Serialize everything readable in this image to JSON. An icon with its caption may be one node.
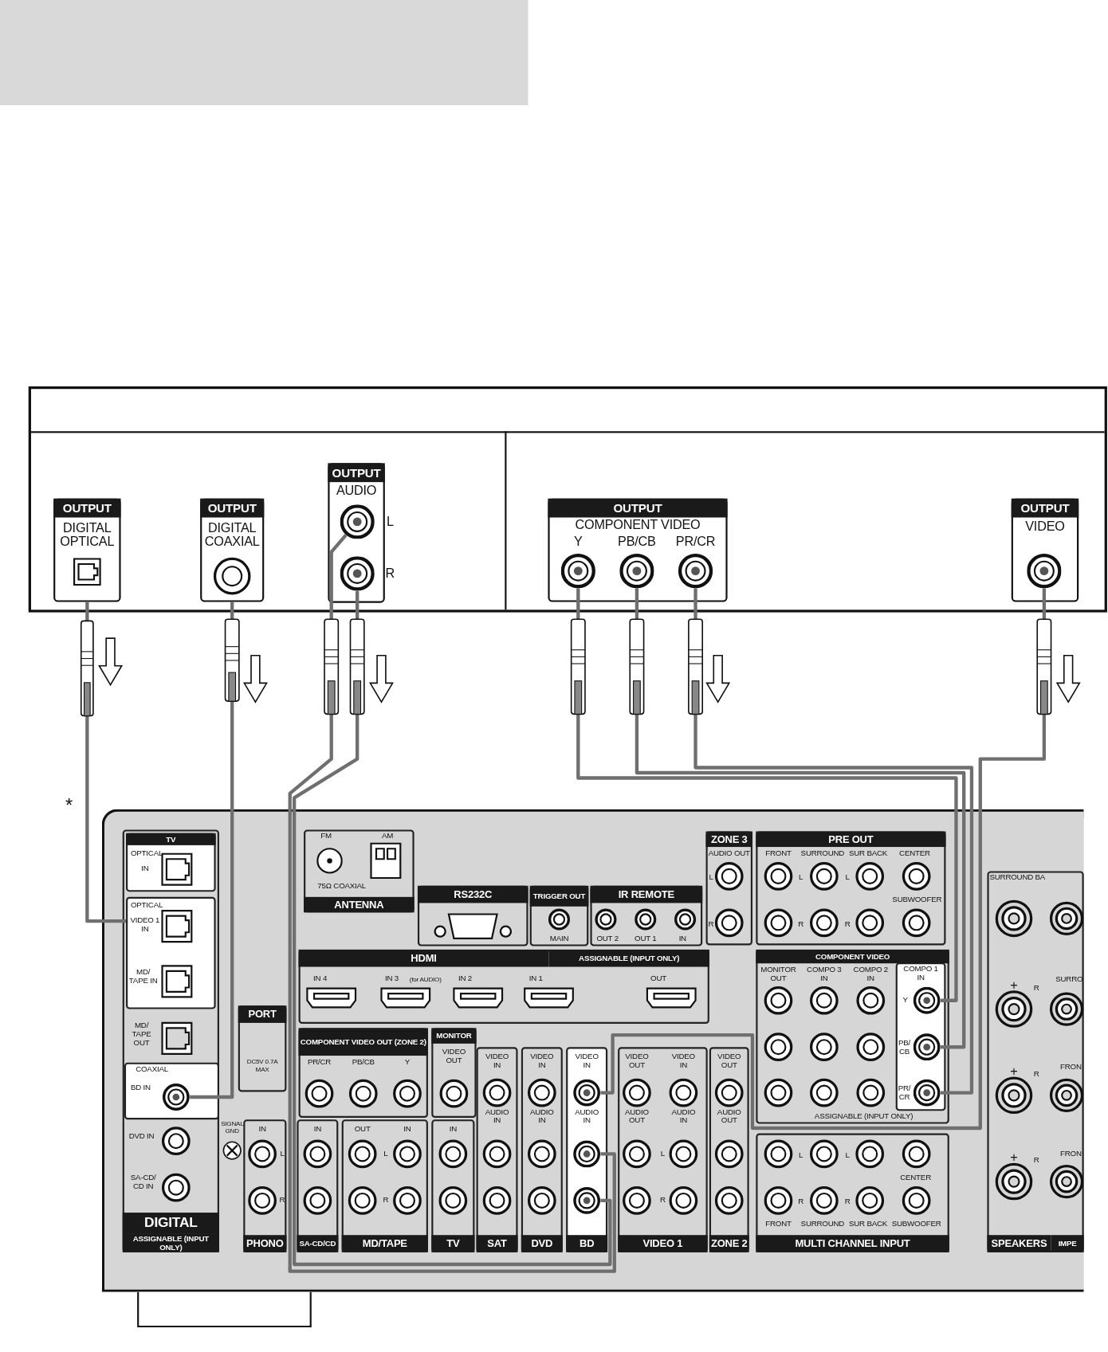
{
  "diagram": {
    "nodes": [
      {
        "text": [],
        "shape": "box"
      },
      {
        "text": [
          "OUTPUT",
          "DIGITAL OPTICAL"
        ],
        "in": 0
      },
      {
        "text": [
          "OUTPUT",
          "DIGITAL COAXIAL"
        ],
        "in": 0
      },
      {
        "text": [
          "OUTPUT",
          "AUDIO"
        ],
        "in": 0
      },
      {
        "text": [],
        "shape": "circle",
        "in": 3,
        "beside": [
          "L"
        ]
      },
      {
        "text": [],
        "shape": "circle",
        "in": 3,
        "beside": [
          "R"
        ]
      },
      {
        "text": [
          "OUTPUT",
          "COMPONENT VIDEO"
        ],
        "in": 0
      },
      {
        "text": [],
        "shape": "circle",
        "in": 6,
        "beside": [
          "Y"
        ]
      },
      {
        "text": [],
        "shape": "circle",
        "in": 6,
        "beside": [
          "PB/CB"
        ]
      },
      {
        "text": [],
        "shape": "circle",
        "in": 6,
        "beside": [
          "PR/CR"
        ]
      },
      {
        "text": [
          "OUTPUT",
          "VIDEO"
        ],
        "in": 0
      },
      {
        "text": [],
        "shape": "circle",
        "in": 10
      },
      {
        "text": [],
        "shape": "box"
      },
      {
        "text": [
          "DIGITAL",
          "ASSIGNABLE (INPUT ONLY)"
        ],
        "in": 12
      },
      {
        "text": [
          "TV",
          "OPTICAL",
          "IN"
        ],
        "in": 13
      },
      {
        "text": [
          "OPTICAL",
          "VIDEO 1 IN",
          "MD/ TAPE IN"
        ],
        "in": 13
      },
      {
        "text": [
          "COAXIAL",
          "BD IN"
        ],
        "in": 13
      },
      {
        "text": [],
        "shape": "circle",
        "in": 16
      },
      {
        "text": [
          "FM",
          "AM",
          "75Ω COAXIAL",
          "ANTENNA"
        ],
        "in": 12
      },
      {
        "text": [
          "RS232C"
        ],
        "in": 12
      },
      {
        "text": [
          "TRIGGER OUT",
          "MAIN"
        ],
        "in": 12
      },
      {
        "text": [
          "IR REMOTE",
          "OUT 2",
          "OUT 1",
          "IN"
        ],
        "in": 12
      },
      {
        "text": [
          "HDMI",
          "ASSIGNABLE (INPUT ONLY)",
          "IN 4",
          "IN 3",
          "(for AUDIO)",
          "IN 2",
          "IN 1",
          "OUT"
        ],
        "in": 12
      },
      {
        "text": [
          "PORT",
          "DC5V 0.7A MAX"
        ],
        "in": 12
      },
      {
        "text": [
          "COMPONENT VIDEO OUT (ZONE 2)",
          "PR/CR",
          "PB/CB",
          "Y"
        ],
        "in": 12
      },
      {
        "text": [
          "MONITOR",
          "VIDEO OUT"
        ],
        "in": 12
      },
      {
        "text": [
          "IN",
          "L",
          "R",
          "PHONO"
        ],
        "in": 12
      },
      {
        "text": [
          "IN",
          "SA-CD/CD"
        ],
        "in": 12
      },
      {
        "text": [
          "OUT",
          "IN",
          "L",
          "R",
          "MD/TAPE"
        ],
        "in": 12
      },
      {
        "text": [
          "IN",
          "TV"
        ],
        "in": 12
      },
      {
        "text": [
          "VIDEO IN",
          "AUDIO IN",
          "SAT"
        ],
        "in": 12
      },
      {
        "text": [
          "VIDEO IN",
          "AUDIO IN",
          "DVD"
        ],
        "in": 12
      },
      {
        "text": [
          "VIDEO IN",
          "AUDIO IN",
          "BD"
        ],
        "in": 12
      },
      {
        "text": [],
        "shape": "circle",
        "in": 32
      },
      {
        "text": [],
        "shape": "circle",
        "in": 32
      },
      {
        "text": [],
        "shape": "circle",
        "in": 32
      },
      {
        "text": [
          "VIDEO OUT",
          "VIDEO IN",
          "AUDIO OUT",
          "AUDIO IN",
          "L",
          "R",
          "VIDEO 1"
        ],
        "in": 12
      },
      {
        "text": [
          "VIDEO OUT",
          "AUDIO OUT",
          "ZONE 2"
        ],
        "in": 12
      },
      {
        "text": [
          "ZONE 3",
          "AUDIO OUT",
          "L",
          "R"
        ],
        "in": 12
      },
      {
        "text": [
          "PRE OUT",
          "FRONT",
          "SURROUND",
          "SUR BACK",
          "CENTER",
          "L",
          "L",
          "SUBWOOFER",
          "R",
          "R"
        ],
        "in": 12
      },
      {
        "text": [
          "COMPONENT VIDEO",
          "MONITOR OUT",
          "COMPO 3 IN",
          "COMPO 2 IN",
          "ASSIGNABLE (INPUT ONLY)"
        ],
        "in": 12
      },
      {
        "text": [
          "COMPO 1 IN"
        ],
        "in": 40
      },
      {
        "text": [],
        "shape": "circle",
        "in": 41,
        "beside": [
          "Y"
        ]
      },
      {
        "text": [],
        "shape": "circle",
        "in": 41,
        "beside": [
          "PB/ CB"
        ]
      },
      {
        "text": [],
        "shape": "circle",
        "in": 41,
        "beside": [
          "PR/ CR"
        ]
      },
      {
        "text": [
          "L",
          "L",
          "CENTER",
          "R",
          "R",
          "FRONT",
          "SURROUND",
          "SUR BACK",
          "SUBWOOFER",
          "MULTI CHANNEL INPUT"
        ],
        "in": 12
      },
      {
        "text": [
          "SURROUND BA",
          "+",
          "R",
          "SURRO",
          "+",
          "R",
          "FRON",
          "+",
          "R",
          "FRON",
          "SPEAKERS",
          "IMPE"
        ],
        "in": 12
      },
      {
        "text": [],
        "shape": "box"
      }
    ],
    "edges": [
      {
        "from": 1,
        "to": 15,
        "arrow": "none"
      },
      {
        "from": 2,
        "to": 17,
        "arrow": "none"
      },
      {
        "from": 4,
        "to": 34,
        "arrow": "none"
      },
      {
        "from": 5,
        "to": 35,
        "arrow": "none"
      },
      {
        "from": 7,
        "to": 42,
        "arrow": "none"
      },
      {
        "from": 8,
        "to": 43,
        "arrow": "none"
      },
      {
        "from": 9,
        "to": 44,
        "arrow": "none"
      },
      {
        "from": 11,
        "to": 33,
        "arrow": "none"
      }
    ],
    "labels": [
      "*",
      "MD/ TAPE OUT",
      "DVD IN",
      "SA-CD/ CD IN",
      "SIGNAL GND"
    ]
  }
}
